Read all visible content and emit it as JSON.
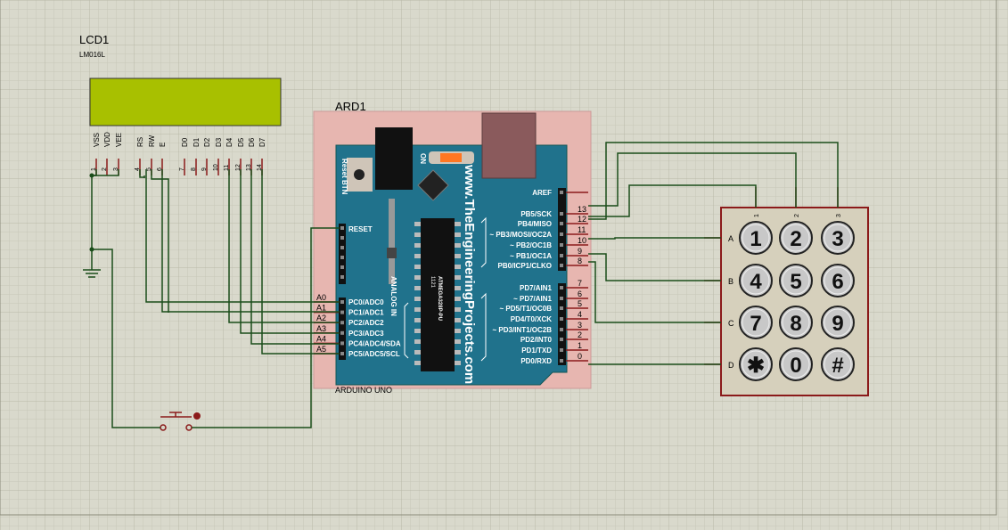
{
  "colors": {
    "background": "#d9d9cc",
    "grid_minor": "#c4c4b4",
    "grid_major": "#b8b8a6",
    "wire": "#1a4d1a",
    "pin": "#8b1a1a",
    "lcd_screen": "#a8c000",
    "arduino_board": "#1f6e88",
    "arduino_outline": "#e8b4b4",
    "keypad_body": "#d6d0bc",
    "key_face": "#c8c8c8"
  },
  "lcd": {
    "ref": "LCD1",
    "part": "LM016L",
    "pins": [
      {
        "name": "VSS",
        "num": "1"
      },
      {
        "name": "VDD",
        "num": "2"
      },
      {
        "name": "VEE",
        "num": "3"
      },
      {
        "name": "RS",
        "num": "4"
      },
      {
        "name": "RW",
        "num": "5"
      },
      {
        "name": "E",
        "num": "6"
      },
      {
        "name": "D0",
        "num": "7"
      },
      {
        "name": "D1",
        "num": "8"
      },
      {
        "name": "D2",
        "num": "9"
      },
      {
        "name": "D3",
        "num": "10"
      },
      {
        "name": "D4",
        "num": "11"
      },
      {
        "name": "D5",
        "num": "12"
      },
      {
        "name": "D6",
        "num": "13"
      },
      {
        "name": "D7",
        "num": "14"
      }
    ]
  },
  "arduino": {
    "ref": "ARD1",
    "part": "ARDUINO UNO",
    "reset_btn": "Reset BTN",
    "on_label": "ON",
    "website": "www.TheEngineeringProjects.com",
    "chip": "ATMEGA328P-PU",
    "chip_num": "1121",
    "analog_in": "ANALOG IN",
    "reset_pin": "RESET",
    "left_pins": [
      {
        "num": "A0",
        "label": "PC0/ADC0"
      },
      {
        "num": "A1",
        "label": "PC1/ADC1"
      },
      {
        "num": "A2",
        "label": "PC2/ADC2"
      },
      {
        "num": "A3",
        "label": "PC3/ADC3"
      },
      {
        "num": "A4",
        "label": "PC4/ADC4/SDA"
      },
      {
        "num": "A5",
        "label": "PC5/ADC5/SCL"
      }
    ],
    "right_top": [
      {
        "num": "",
        "label": "AREF"
      },
      {
        "num": "13",
        "label": "PB5/SCK"
      },
      {
        "num": "12",
        "label": "PB4/MISO"
      },
      {
        "num": "11",
        "label": "~ PB3/MOSI/OC2A"
      },
      {
        "num": "10",
        "label": "~ PB2/OC1B"
      },
      {
        "num": "9",
        "label": "~ PB1/OC1A"
      },
      {
        "num": "8",
        "label": "PB0/ICP1/CLKO"
      }
    ],
    "right_bottom": [
      {
        "num": "7",
        "label": "PD7/AIN1"
      },
      {
        "num": "6",
        "label": "~ PD7/AIN1"
      },
      {
        "num": "5",
        "label": "~ PD5/T1/OC0B"
      },
      {
        "num": "4",
        "label": "PD4/T0/XCK"
      },
      {
        "num": "3",
        "label": "~ PD3/INT1/OC2B"
      },
      {
        "num": "2",
        "label": "PD2/INT0"
      },
      {
        "num": "1",
        "label": "PD1/TXD"
      },
      {
        "num": "0",
        "label": "PD0/RXD"
      }
    ]
  },
  "keypad": {
    "columns": [
      "1",
      "2",
      "3"
    ],
    "rows": [
      "A",
      "B",
      "C",
      "D"
    ],
    "keys": [
      [
        "1",
        "2",
        "3"
      ],
      [
        "4",
        "5",
        "6"
      ],
      [
        "7",
        "8",
        "9"
      ],
      [
        "✱",
        "0",
        "#"
      ]
    ]
  }
}
